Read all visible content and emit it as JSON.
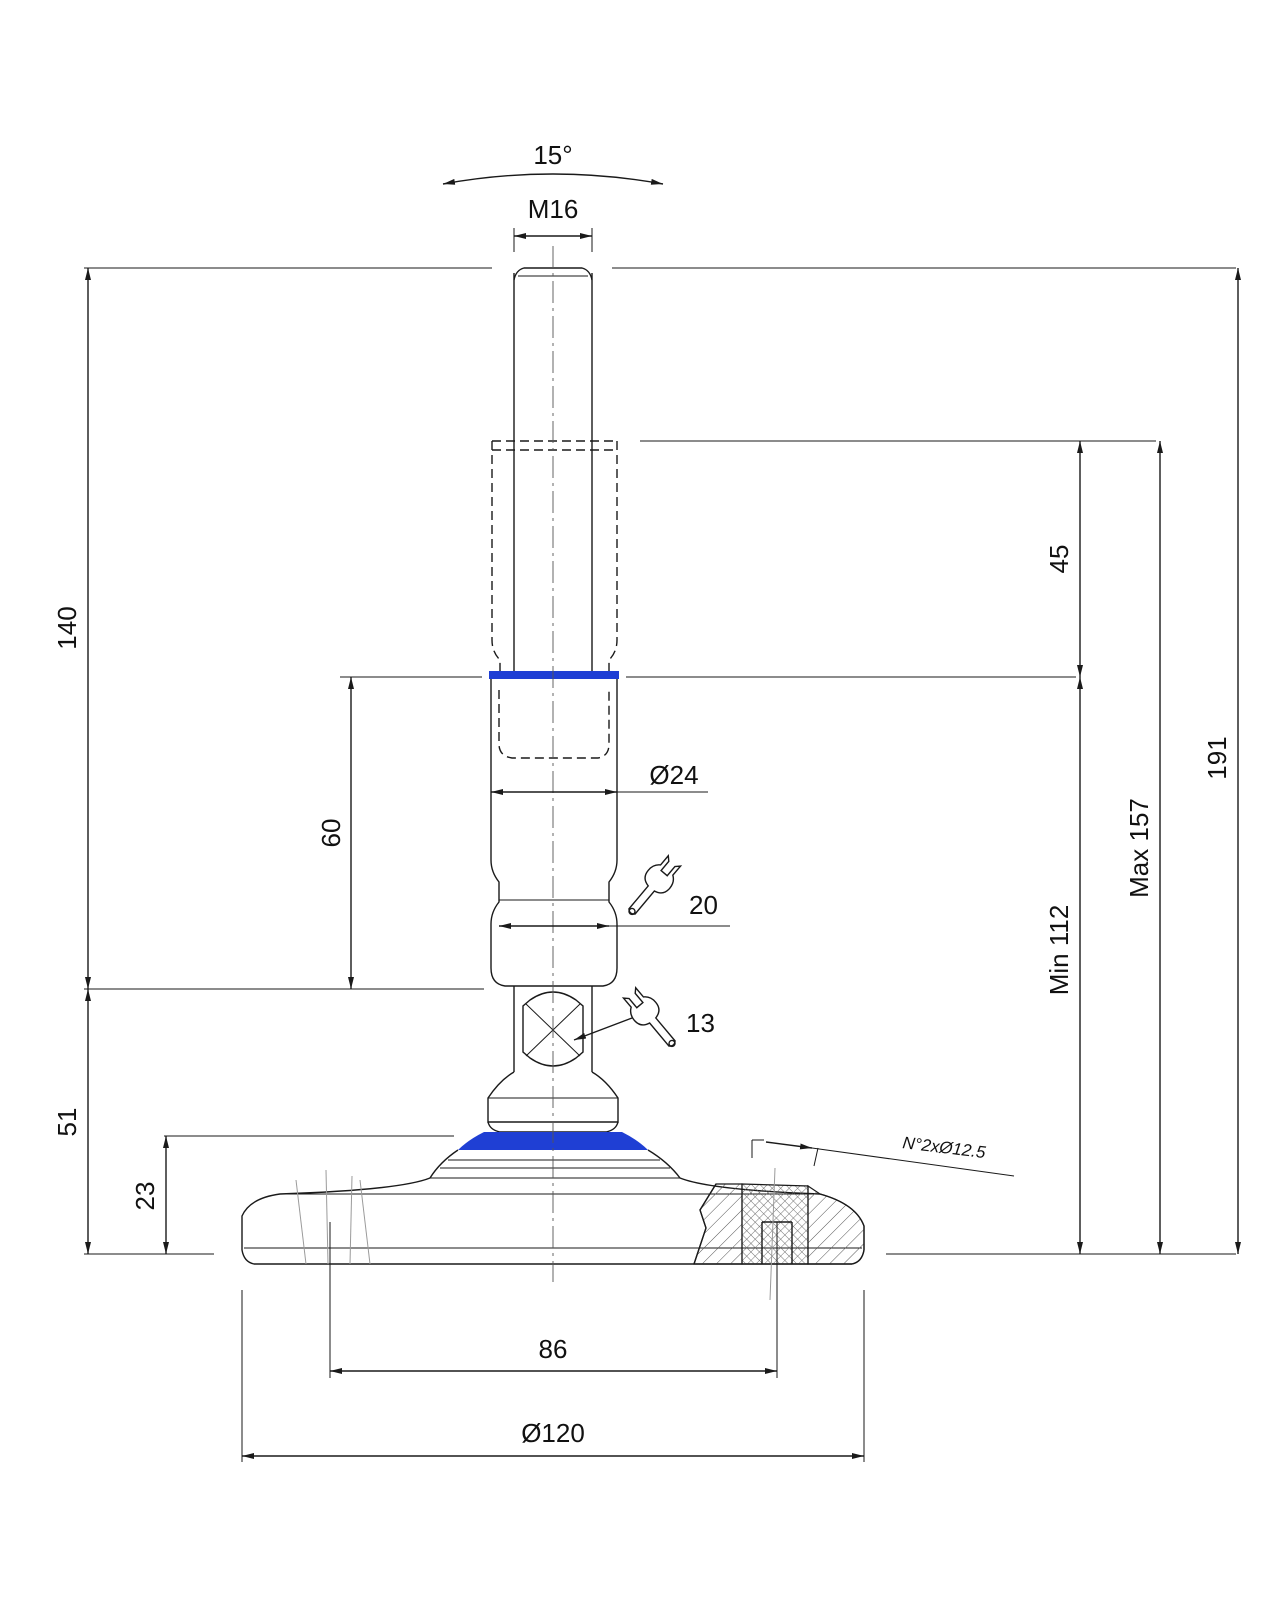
{
  "colors": {
    "line": "#1a1a1a",
    "seal_blue": "#1f3fd4",
    "hatch": "#555555",
    "background": "#ffffff"
  },
  "icons": {
    "wrench_upper": "wrench-icon",
    "wrench_lower": "wrench-icon"
  },
  "dimensions": {
    "tilt_angle": "15°",
    "thread": "M16",
    "stem_diameter": "Ø24",
    "wrench_upper_size": "20",
    "wrench_lower_size": "13",
    "height_140": "140",
    "height_51": "51",
    "height_23": "23",
    "height_60": "60",
    "height_45": "45",
    "height_min": "Min 112",
    "height_max": "Max 157",
    "height_total": "191",
    "hole_spacing": "86",
    "base_diameter": "Ø120",
    "holes_note": "N°2xØ12.5"
  }
}
